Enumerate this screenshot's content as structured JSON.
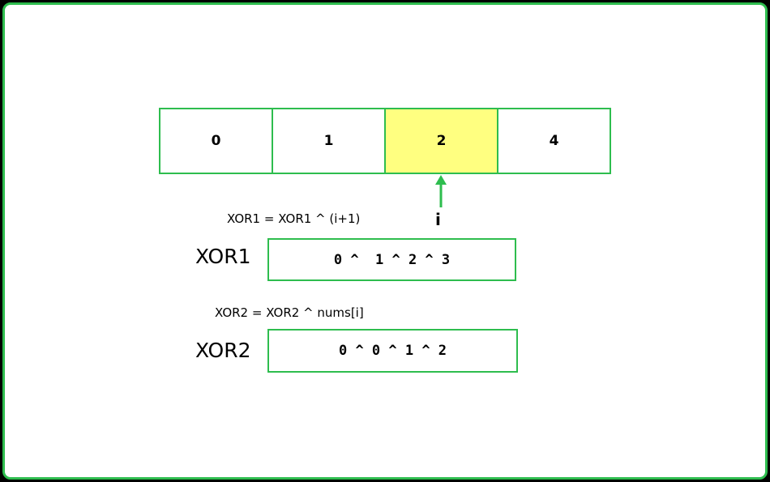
{
  "array": {
    "cells": [
      "0",
      "1",
      "2",
      "4"
    ],
    "highlighted_index": 2
  },
  "pointer": {
    "label": "i"
  },
  "xor1": {
    "formula": "XOR1 = XOR1 ^ (i+1)",
    "name": "XOR1",
    "value": "0 ^  1 ^ 2 ^ 3"
  },
  "xor2": {
    "formula": "XOR2 = XOR2 ^ nums[i]",
    "name": "XOR2",
    "value": "0 ^ 0 ^ 1 ^ 2"
  },
  "colors": {
    "border": "#2ebd4e",
    "highlight": "#ffff80",
    "arrow": "#2ebd4e"
  }
}
